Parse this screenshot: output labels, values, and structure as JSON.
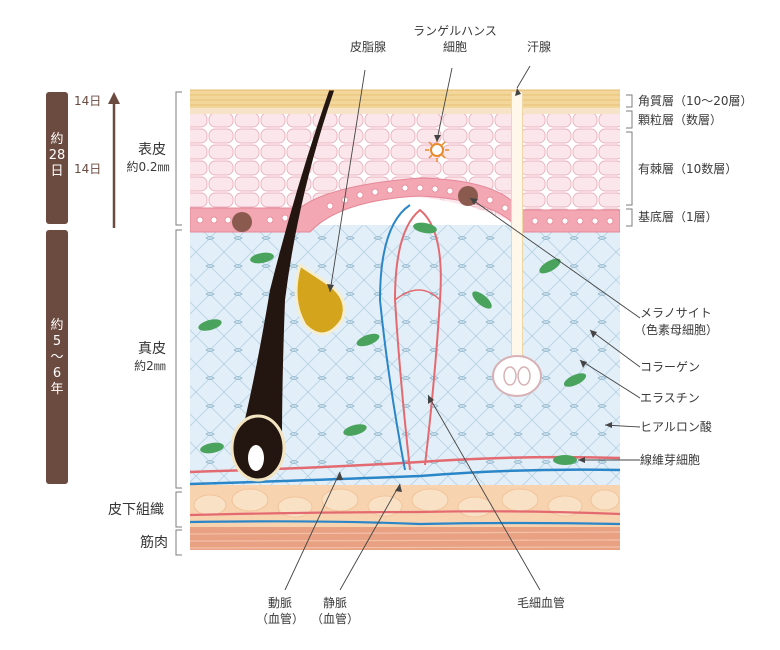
{
  "timeline": {
    "upper_bar": [
      "約",
      "28",
      "日"
    ],
    "lower_bar": [
      "約",
      "5",
      "〜",
      "6",
      "年"
    ],
    "days_top": "14日",
    "days_mid": "14日"
  },
  "left_labels": {
    "epidermis": "表皮",
    "epidermis_thickness": "約0.2㎜",
    "dermis": "真皮",
    "dermis_thickness": "約2㎜",
    "subcutaneous": "皮下組織",
    "muscle": "筋肉"
  },
  "top_labels": {
    "sebaceous_gland": "皮脂腺",
    "langerhans_line1": "ランゲルハンス",
    "langerhans_line2": "細胞",
    "sweat_gland": "汗腺"
  },
  "right_labels": {
    "stratum_corneum": "角質層（10〜20層）",
    "stratum_granulosum": "顆粒層（数層）",
    "stratum_spinosum": "有棘層（10数層）",
    "stratum_basale": "基底層（1層）",
    "melanocyte_line1": "メラノサイト",
    "melanocyte_line2": "（色素母細胞）",
    "collagen": "コラーゲン",
    "elastin": "エラスチン",
    "hyaluronic_acid": "ヒアルロン酸",
    "fibroblast": "線維芽細胞"
  },
  "bottom_labels": {
    "artery_line1": "動脈",
    "artery_line2": "（血管）",
    "vein_line1": "静脈",
    "vein_line2": "（血管）",
    "capillary": "毛細血管"
  },
  "colors": {
    "timeline": "#6b4a3f",
    "corneum": "#f3d79a",
    "spinosum": "#f9d8df",
    "basale": "#f2a7b2",
    "dermis": "#e2eff8",
    "fat": "#f7d3b0",
    "muscle": "#e9a183",
    "artery": "#e36a70",
    "vein": "#2b86c8",
    "sebum": "#d4a51c",
    "hair": "#231510",
    "fibroblast": "#49a35c"
  }
}
